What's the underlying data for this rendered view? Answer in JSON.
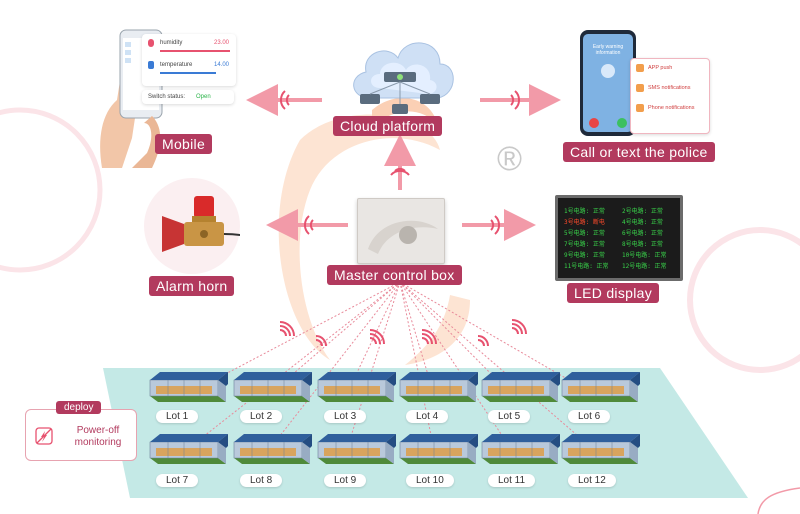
{
  "nodes": {
    "cloud": "Cloud platform",
    "mobile": "Mobile",
    "police": "Call or text the police",
    "alarm": "Alarm horn",
    "master": "Master control box",
    "led": "LED display"
  },
  "registered_mark": "®",
  "mobile_screen": {
    "humidity_label": "humidity",
    "humidity_value": "23.00",
    "temperature_label": "temperature",
    "temperature_value": "14.00",
    "switch_label": "Switch status:",
    "switch_value": "Open"
  },
  "police_screen": {
    "header": "Early warning information",
    "options": [
      "APP push",
      "SMS notifications",
      "Phone notifications"
    ]
  },
  "led_rows": [
    [
      "1号电路: 正常",
      "2号电路: 正常"
    ],
    [
      "3号电路: 断电",
      "4号电路: 正常"
    ],
    [
      "5号电路: 正常",
      "6号电路: 正常"
    ],
    [
      "7号电路: 正常",
      "8号电路: 正常"
    ],
    [
      "9号电路: 正常",
      "10号电路: 正常"
    ],
    [
      "11号电路: 正常",
      "12号电路: 正常"
    ]
  ],
  "deploy": {
    "title": "deploy",
    "text_line1": "Power-off",
    "text_line2": "monitoring"
  },
  "lots_row1": [
    "Lot 1",
    "Lot 2",
    "Lot 3",
    "Lot 4",
    "Lot 5",
    "Lot 6"
  ],
  "lots_row2": [
    "Lot 7",
    "Lot 8",
    "Lot 9",
    "Lot 10",
    "Lot 11",
    "Lot 12"
  ],
  "colors": {
    "pill": "#b23a5e",
    "arrow": "#f29aa8",
    "accent_orange": "#f5a36a",
    "ground": "#bfe6e4"
  }
}
